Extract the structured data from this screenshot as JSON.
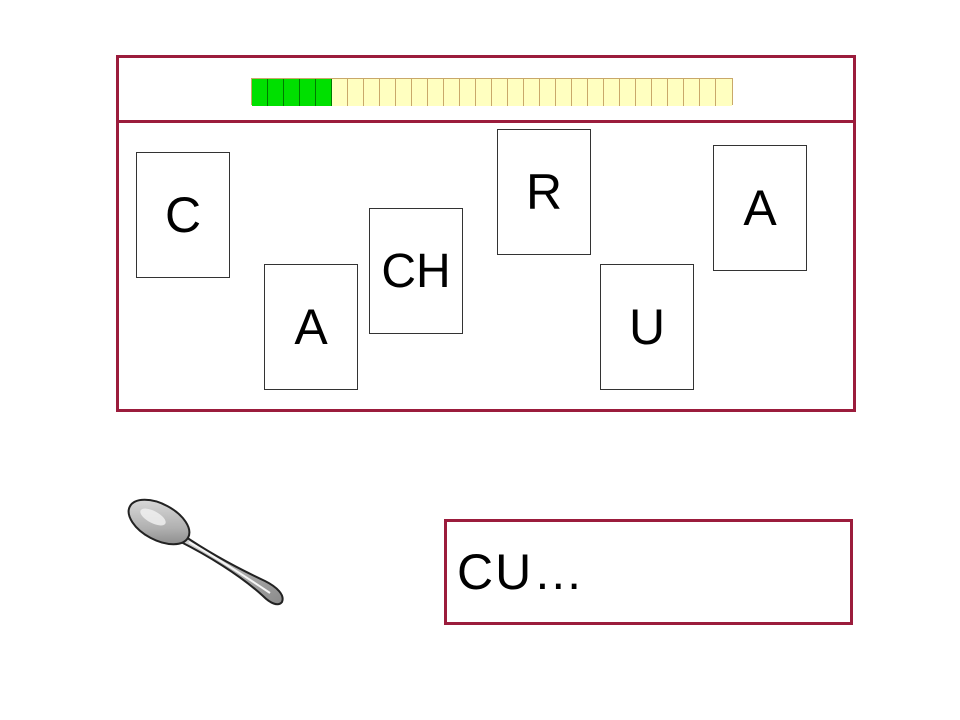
{
  "progress": {
    "filled": 5,
    "total": 30,
    "filled_color": "#00e000",
    "empty_color": "#ffffc0"
  },
  "cards": [
    {
      "id": "card-c",
      "letter": "C"
    },
    {
      "id": "card-a-low",
      "letter": "A"
    },
    {
      "id": "card-ch",
      "letter": "CH"
    },
    {
      "id": "card-r",
      "letter": "R"
    },
    {
      "id": "card-u",
      "letter": "U"
    },
    {
      "id": "card-a-right",
      "letter": "A"
    }
  ],
  "answer": {
    "text": "CU…"
  },
  "picture": {
    "icon": "spoon-icon"
  },
  "colors": {
    "frame": "#9b1c3c"
  }
}
